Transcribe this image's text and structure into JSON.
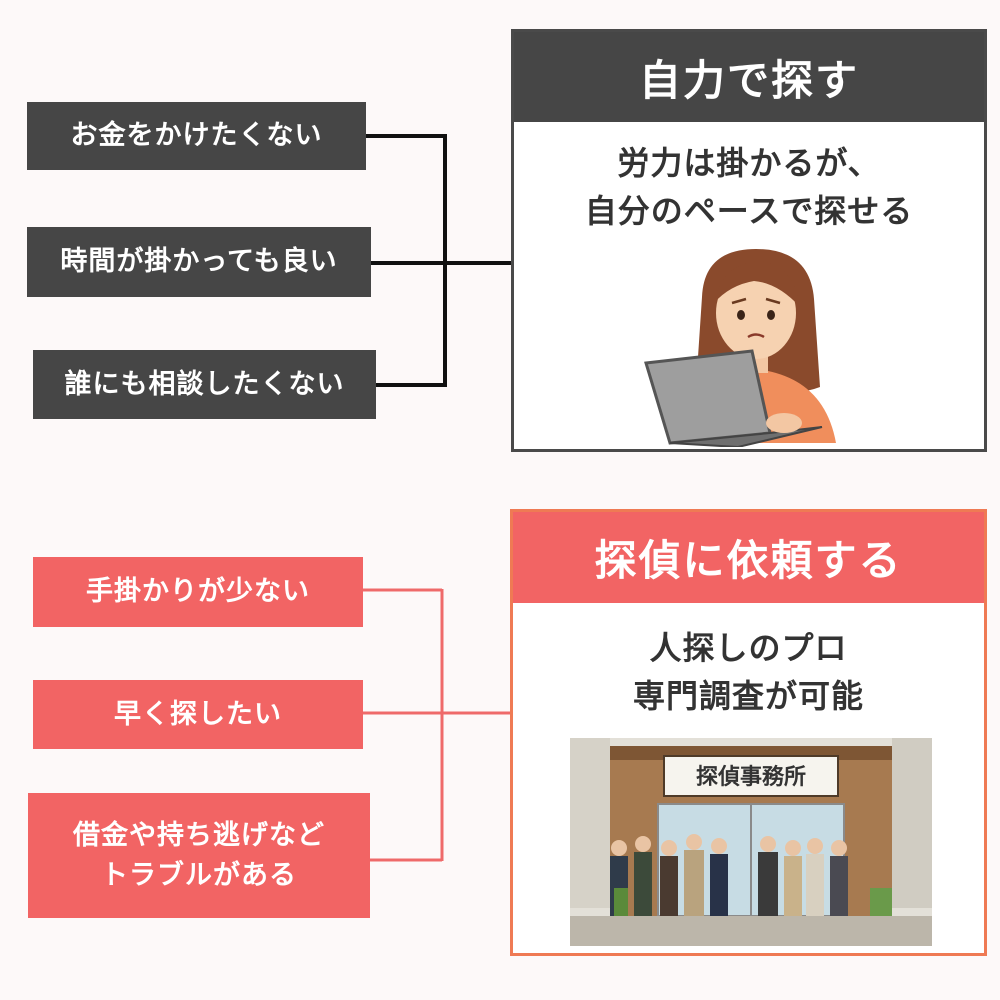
{
  "self_search": {
    "title": "自力で探す",
    "description_line1": "労力は掛かるが、",
    "description_line2": "自分のペースで探せる",
    "reasons": [
      "お金をかけたくない",
      "時間が掛かっても良い",
      "誰にも相談したくない"
    ],
    "illustration": "woman-with-laptop-icon"
  },
  "detective": {
    "title": "探偵に依頼する",
    "description_line1": "人探しのプロ",
    "description_line2": "専門調査が可能",
    "reasons": [
      "手掛かりが少ない",
      "早く探したい",
      "借金や持ち逃げなど",
      "トラブルがある"
    ],
    "office_sign": "探偵事務所",
    "illustration": "detective-office-icon"
  },
  "colors": {
    "dark": "#464646",
    "red": "#f26464",
    "orange_border": "#ef7a54",
    "background": "#fdf9f9"
  }
}
